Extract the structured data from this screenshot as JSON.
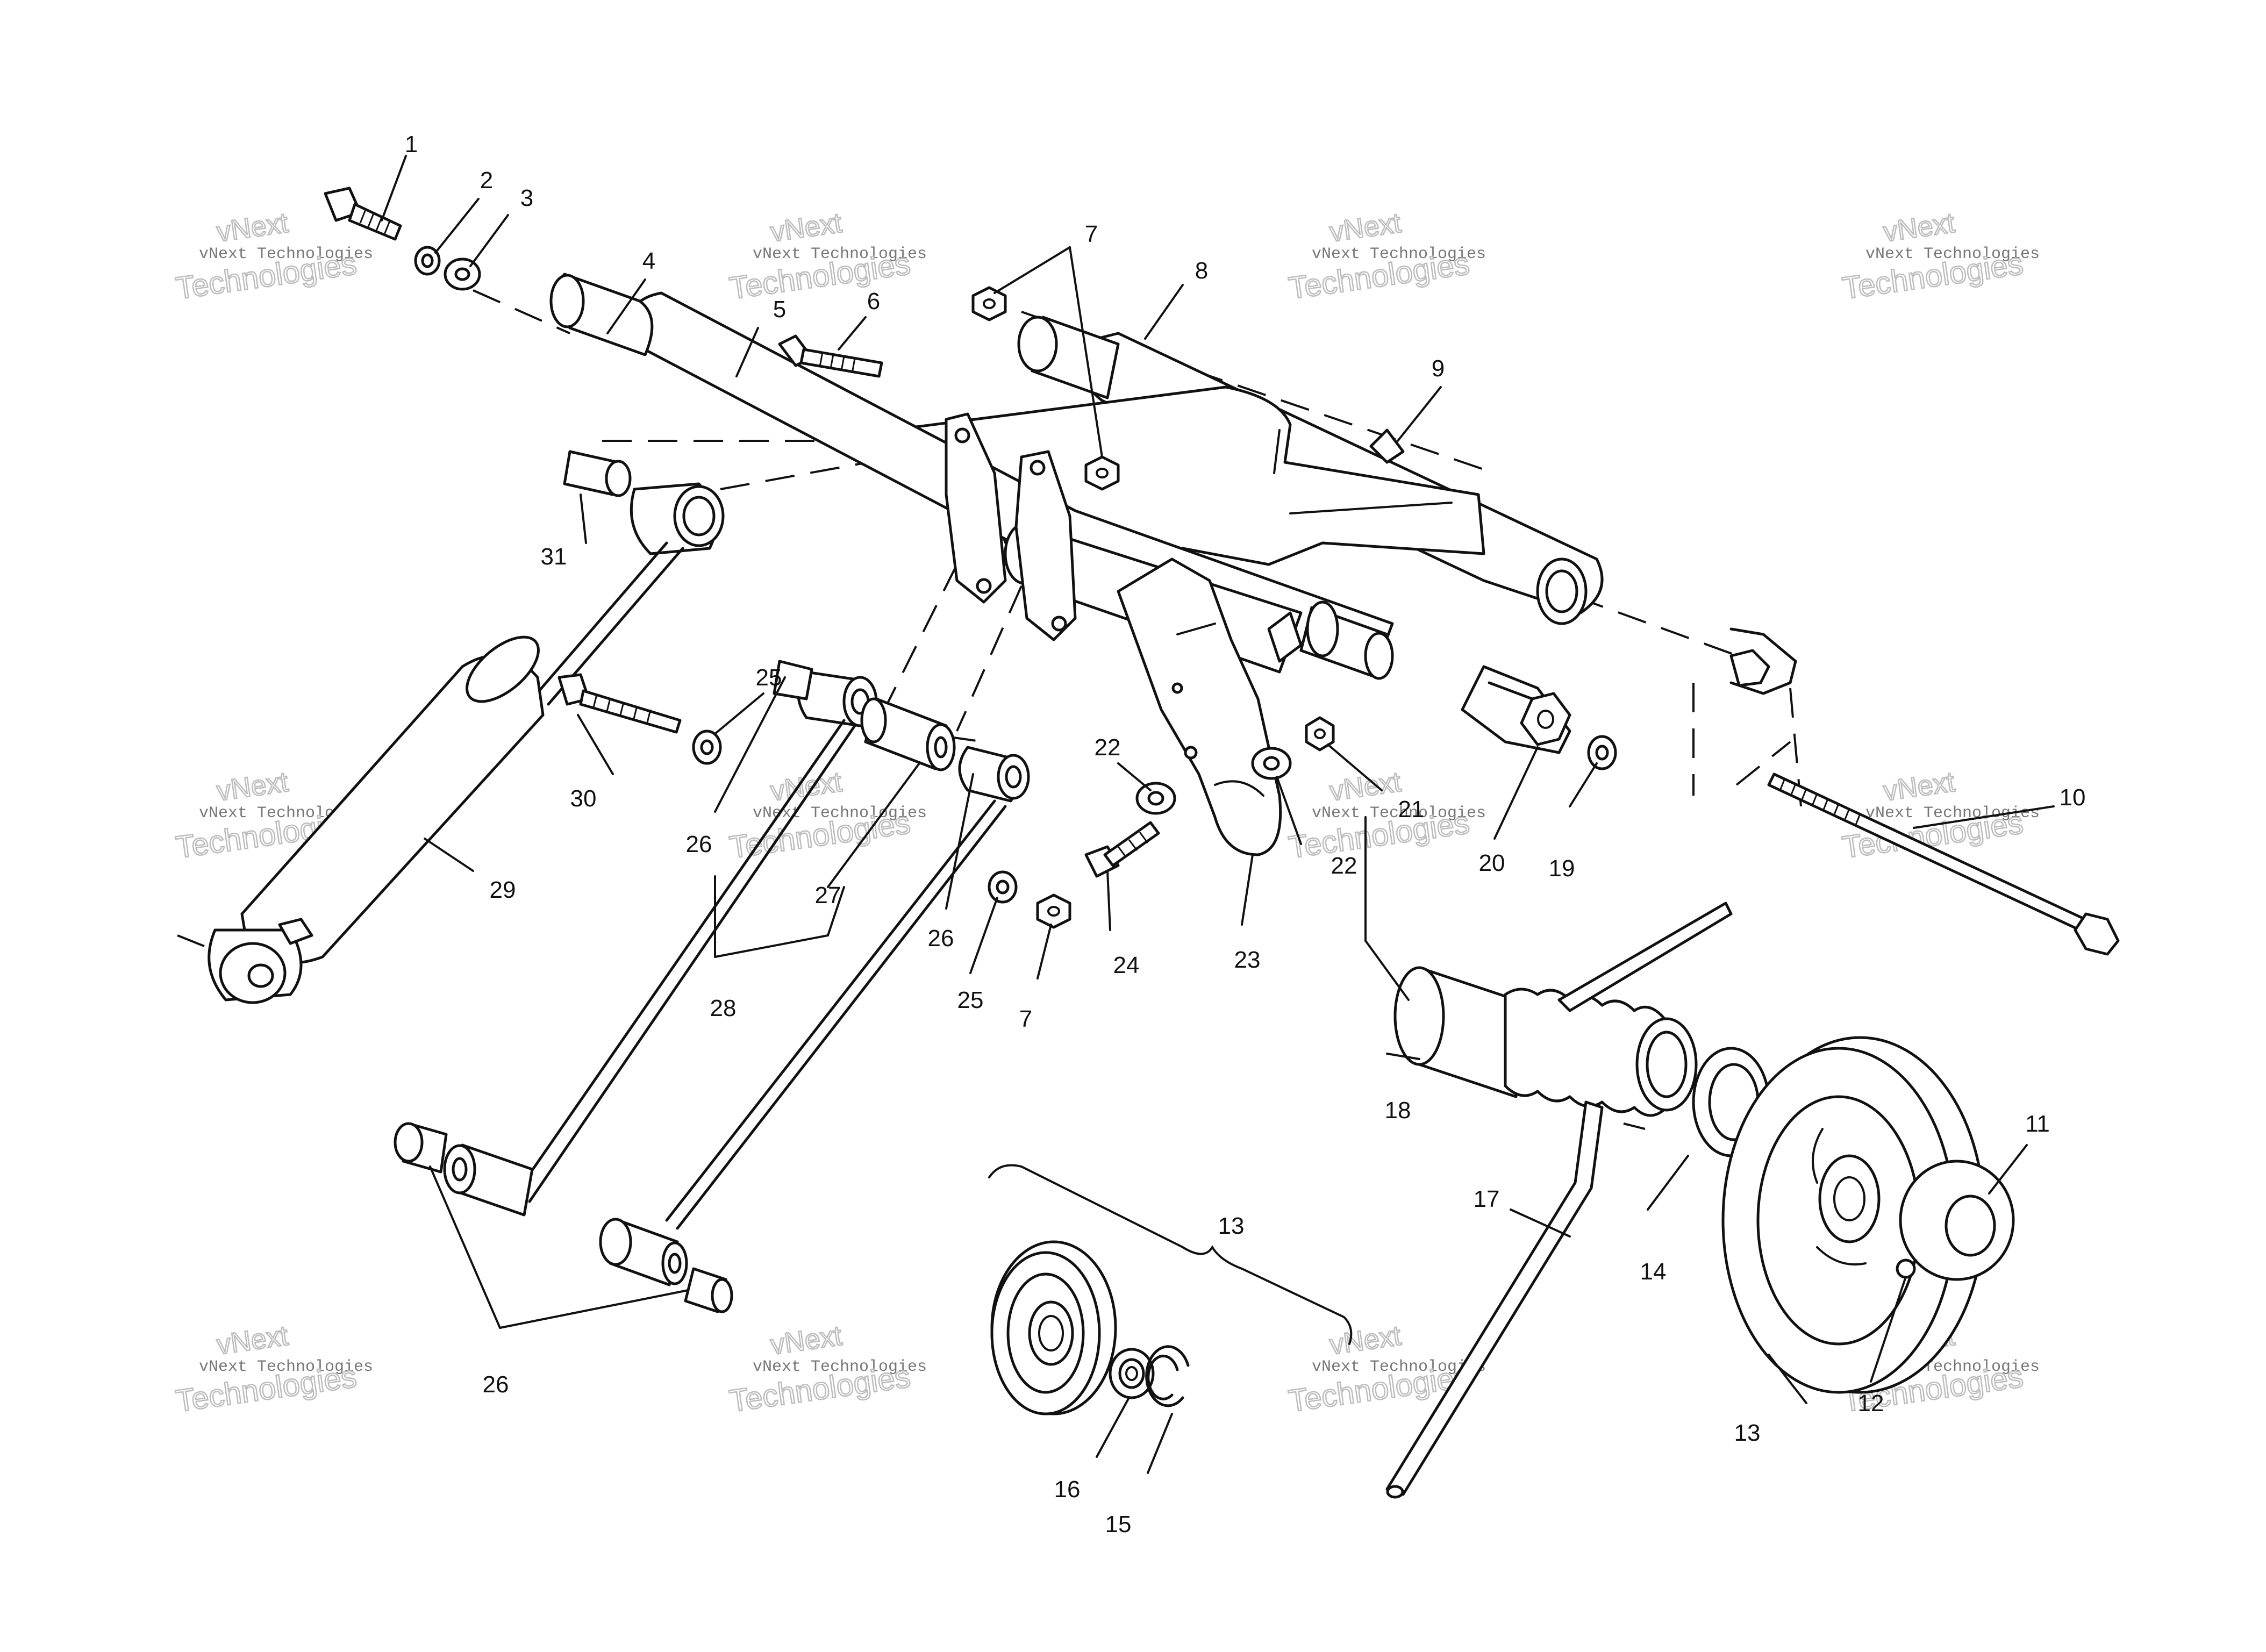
{
  "watermark": {
    "line1": "vNext Technologies",
    "line2": "Technologies",
    "line3": "vNext"
  },
  "callouts": {
    "c1": "1",
    "c2": "2",
    "c3": "3",
    "c4": "4",
    "c5": "5",
    "c6": "6",
    "c7_top": "7",
    "c7_bottom": "7",
    "c8": "8",
    "c9": "9",
    "c10": "10",
    "c11": "11",
    "c12": "12",
    "c13_bracket": "13",
    "c13_pulley": "13",
    "c14": "14",
    "c15": "15",
    "c16": "16",
    "c17": "17",
    "c18": "18",
    "c19": "19",
    "c20": "20",
    "c21": "21",
    "c22_left": "22",
    "c22_right": "22",
    "c23": "23",
    "c24": "24",
    "c25_top": "25",
    "c25_bottom": "25",
    "c26_top": "26",
    "c26_mid": "26",
    "c26_bottom": "26",
    "c27": "27",
    "c28": "28",
    "c29": "29",
    "c30": "30",
    "c31": "31"
  }
}
